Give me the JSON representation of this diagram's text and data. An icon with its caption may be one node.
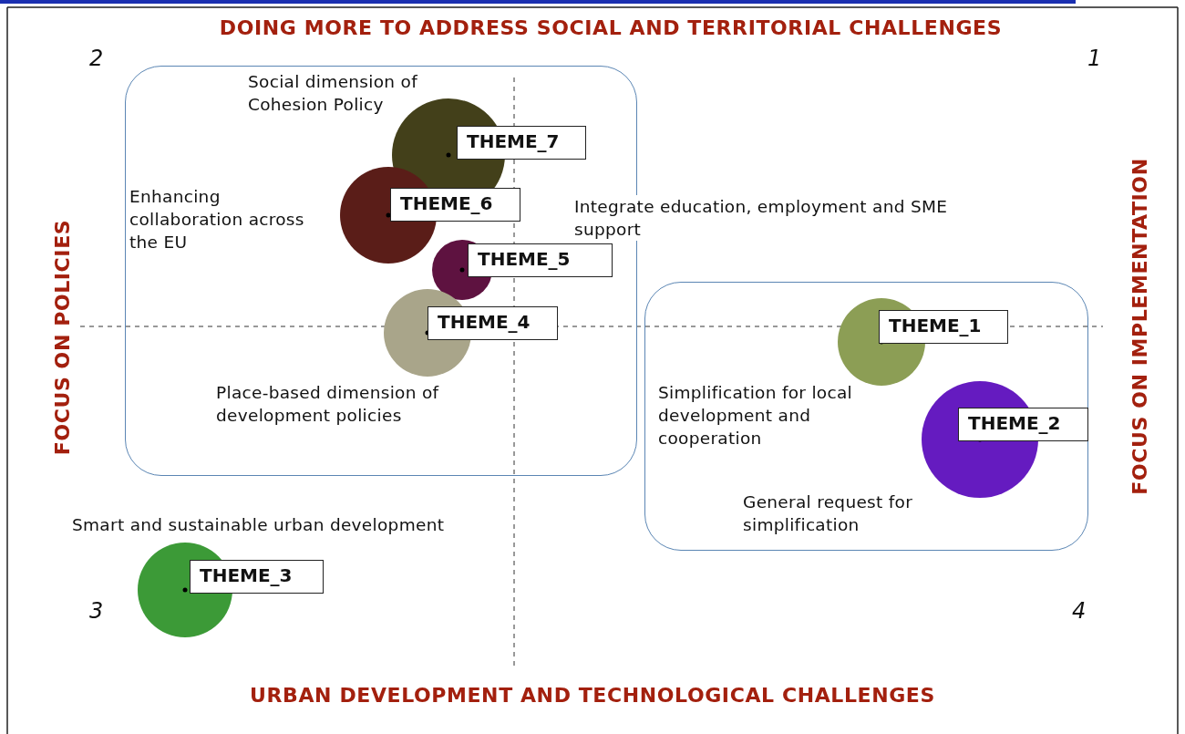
{
  "diagram": {
    "nodes": [
      {
        "text": [],
        "shape": "box"
      },
      {
        "text": [
          "THEME_7"
        ],
        "in": 0,
        "beside": [
          "Social dimension of Cohesion Policy"
        ]
      },
      {
        "text": [
          "THEME_6"
        ],
        "in": 0
      },
      {
        "text": [
          "THEME_5"
        ],
        "in": 0,
        "beside": [
          "Integrate education, employment and SME support"
        ]
      },
      {
        "text": [
          "THEME_4"
        ],
        "in": 0,
        "beside": [
          "Place-based dimension of development policies"
        ]
      },
      {
        "text": [],
        "shape": "box"
      },
      {
        "text": [
          "THEME_1"
        ],
        "in": 5,
        "beside": [
          "Simplification for local development and cooperation"
        ]
      },
      {
        "text": [
          "THEME_2"
        ],
        "in": 5
      },
      {
        "text": [
          "THEME_3"
        ],
        "beside": [
          "Smart and sustainable urban development"
        ]
      }
    ],
    "edges": [],
    "labels": [
      "DOING MORE TO ADDRESS SOCIAL AND TERRITORIAL CHALLENGES",
      "2",
      "1",
      "Enhancing collaboration across the EU",
      "FOCUS ON POLICIES",
      "FOCUS ON IMPLEMENTATION",
      "General request for simplification",
      "3",
      "4",
      "URBAN DEVELOPMENT AND TECHNOLOGICAL CHALLENGES"
    ]
  }
}
